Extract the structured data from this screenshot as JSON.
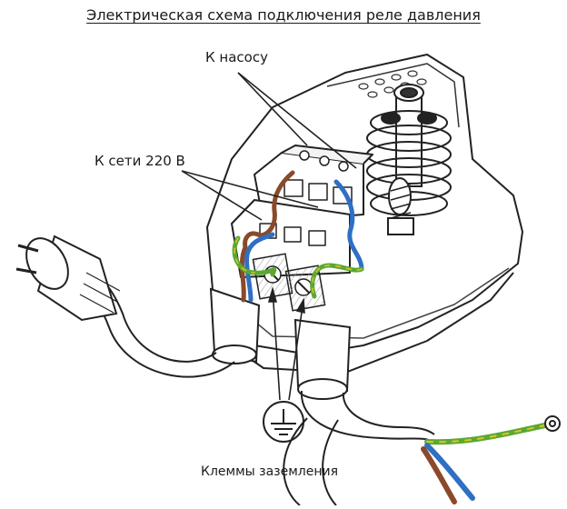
{
  "title": "Электрическая схема подключения реле давления",
  "labels": {
    "to_pump": "К насосу",
    "to_mains": "К сети 220 В",
    "ground_terminals": "Клеммы заземления"
  },
  "icons": {
    "ground": "ground-symbol-icon",
    "plug": "euro-plug-icon",
    "relay": "pressure-switch-icon"
  },
  "wire_colors": {
    "phase": "#8a4a2a",
    "neutral": "#2f6fc4",
    "earth": "#5aa832",
    "earth_stripe": "#d9c62a"
  }
}
